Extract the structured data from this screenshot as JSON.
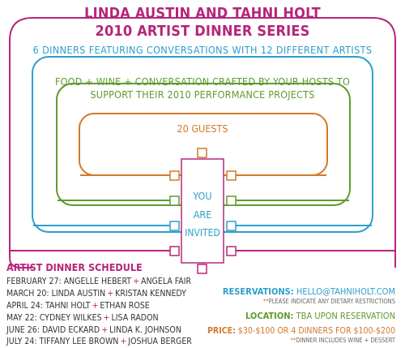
{
  "header": {
    "title_line1": "LINDA AUSTIN AND TAHNI HOLT",
    "title_line2": "2010 ARTIST DINNER SERIES"
  },
  "tagline_blue": "6 DINNERS FEATURING CONVERSATIONS WITH 12 DIFFERENT ARTISTS",
  "tagline_green": {
    "line1": "FOOD + WINE + CONVERSATION CRAFTED BY YOUR HOSTS TO",
    "line2": "SUPPORT THEIR 2010 PERFORMANCE PROJECTS"
  },
  "guests_label": "20 GUESTS",
  "invited": {
    "line1": "YOU",
    "line2": "ARE",
    "line3": "INVITED"
  },
  "schedule": {
    "heading": "ARTIST DINNER SCHEDULE",
    "plus": "+",
    "rows": [
      {
        "date": "FEBRUARY 27:",
        "artist1": "ANGELLE HEBERT",
        "artist2": "ANGELA FAIR"
      },
      {
        "date": "MARCH 20:",
        "artist1": "LINDA AUSTIN",
        "artist2": "KRISTAN KENNEDY"
      },
      {
        "date": "APRIL 24:",
        "artist1": "TAHNI HOLT",
        "artist2": "ETHAN ROSE"
      },
      {
        "date": "MAY 22:",
        "artist1": "CYDNEY WILKES",
        "artist2": "LISA RADON"
      },
      {
        "date": "JUNE 26:",
        "artist1": "DAVID ECKARD",
        "artist2": "LINDA K. JOHNSON"
      },
      {
        "date": "JULY 24:",
        "artist1": "TIFFANY LEE BROWN",
        "artist2": "JOSHUA BERGER"
      }
    ]
  },
  "reservations": {
    "label": "RESERVATIONS:",
    "email": "HELLO@TAHNIHOLT.COM",
    "note_star": "**",
    "note": "PLEASE INDICATE ANY DIETARY RESTRICTIONS"
  },
  "location": {
    "label": "LOCATION:",
    "value": "TBA UPON RESERVATION"
  },
  "price": {
    "label": "PRICE:",
    "value": "$30-$100 OR 4 DINNERS FOR $100-$200",
    "note_star": "**",
    "note": "DINNER INCLUDES WINE + DESSERT"
  },
  "colors": {
    "magenta": "#b5267a",
    "blue": "#2d9fca",
    "green": "#5f9b2f",
    "orange": "#d07a2a",
    "table_border": "#b5267a"
  }
}
